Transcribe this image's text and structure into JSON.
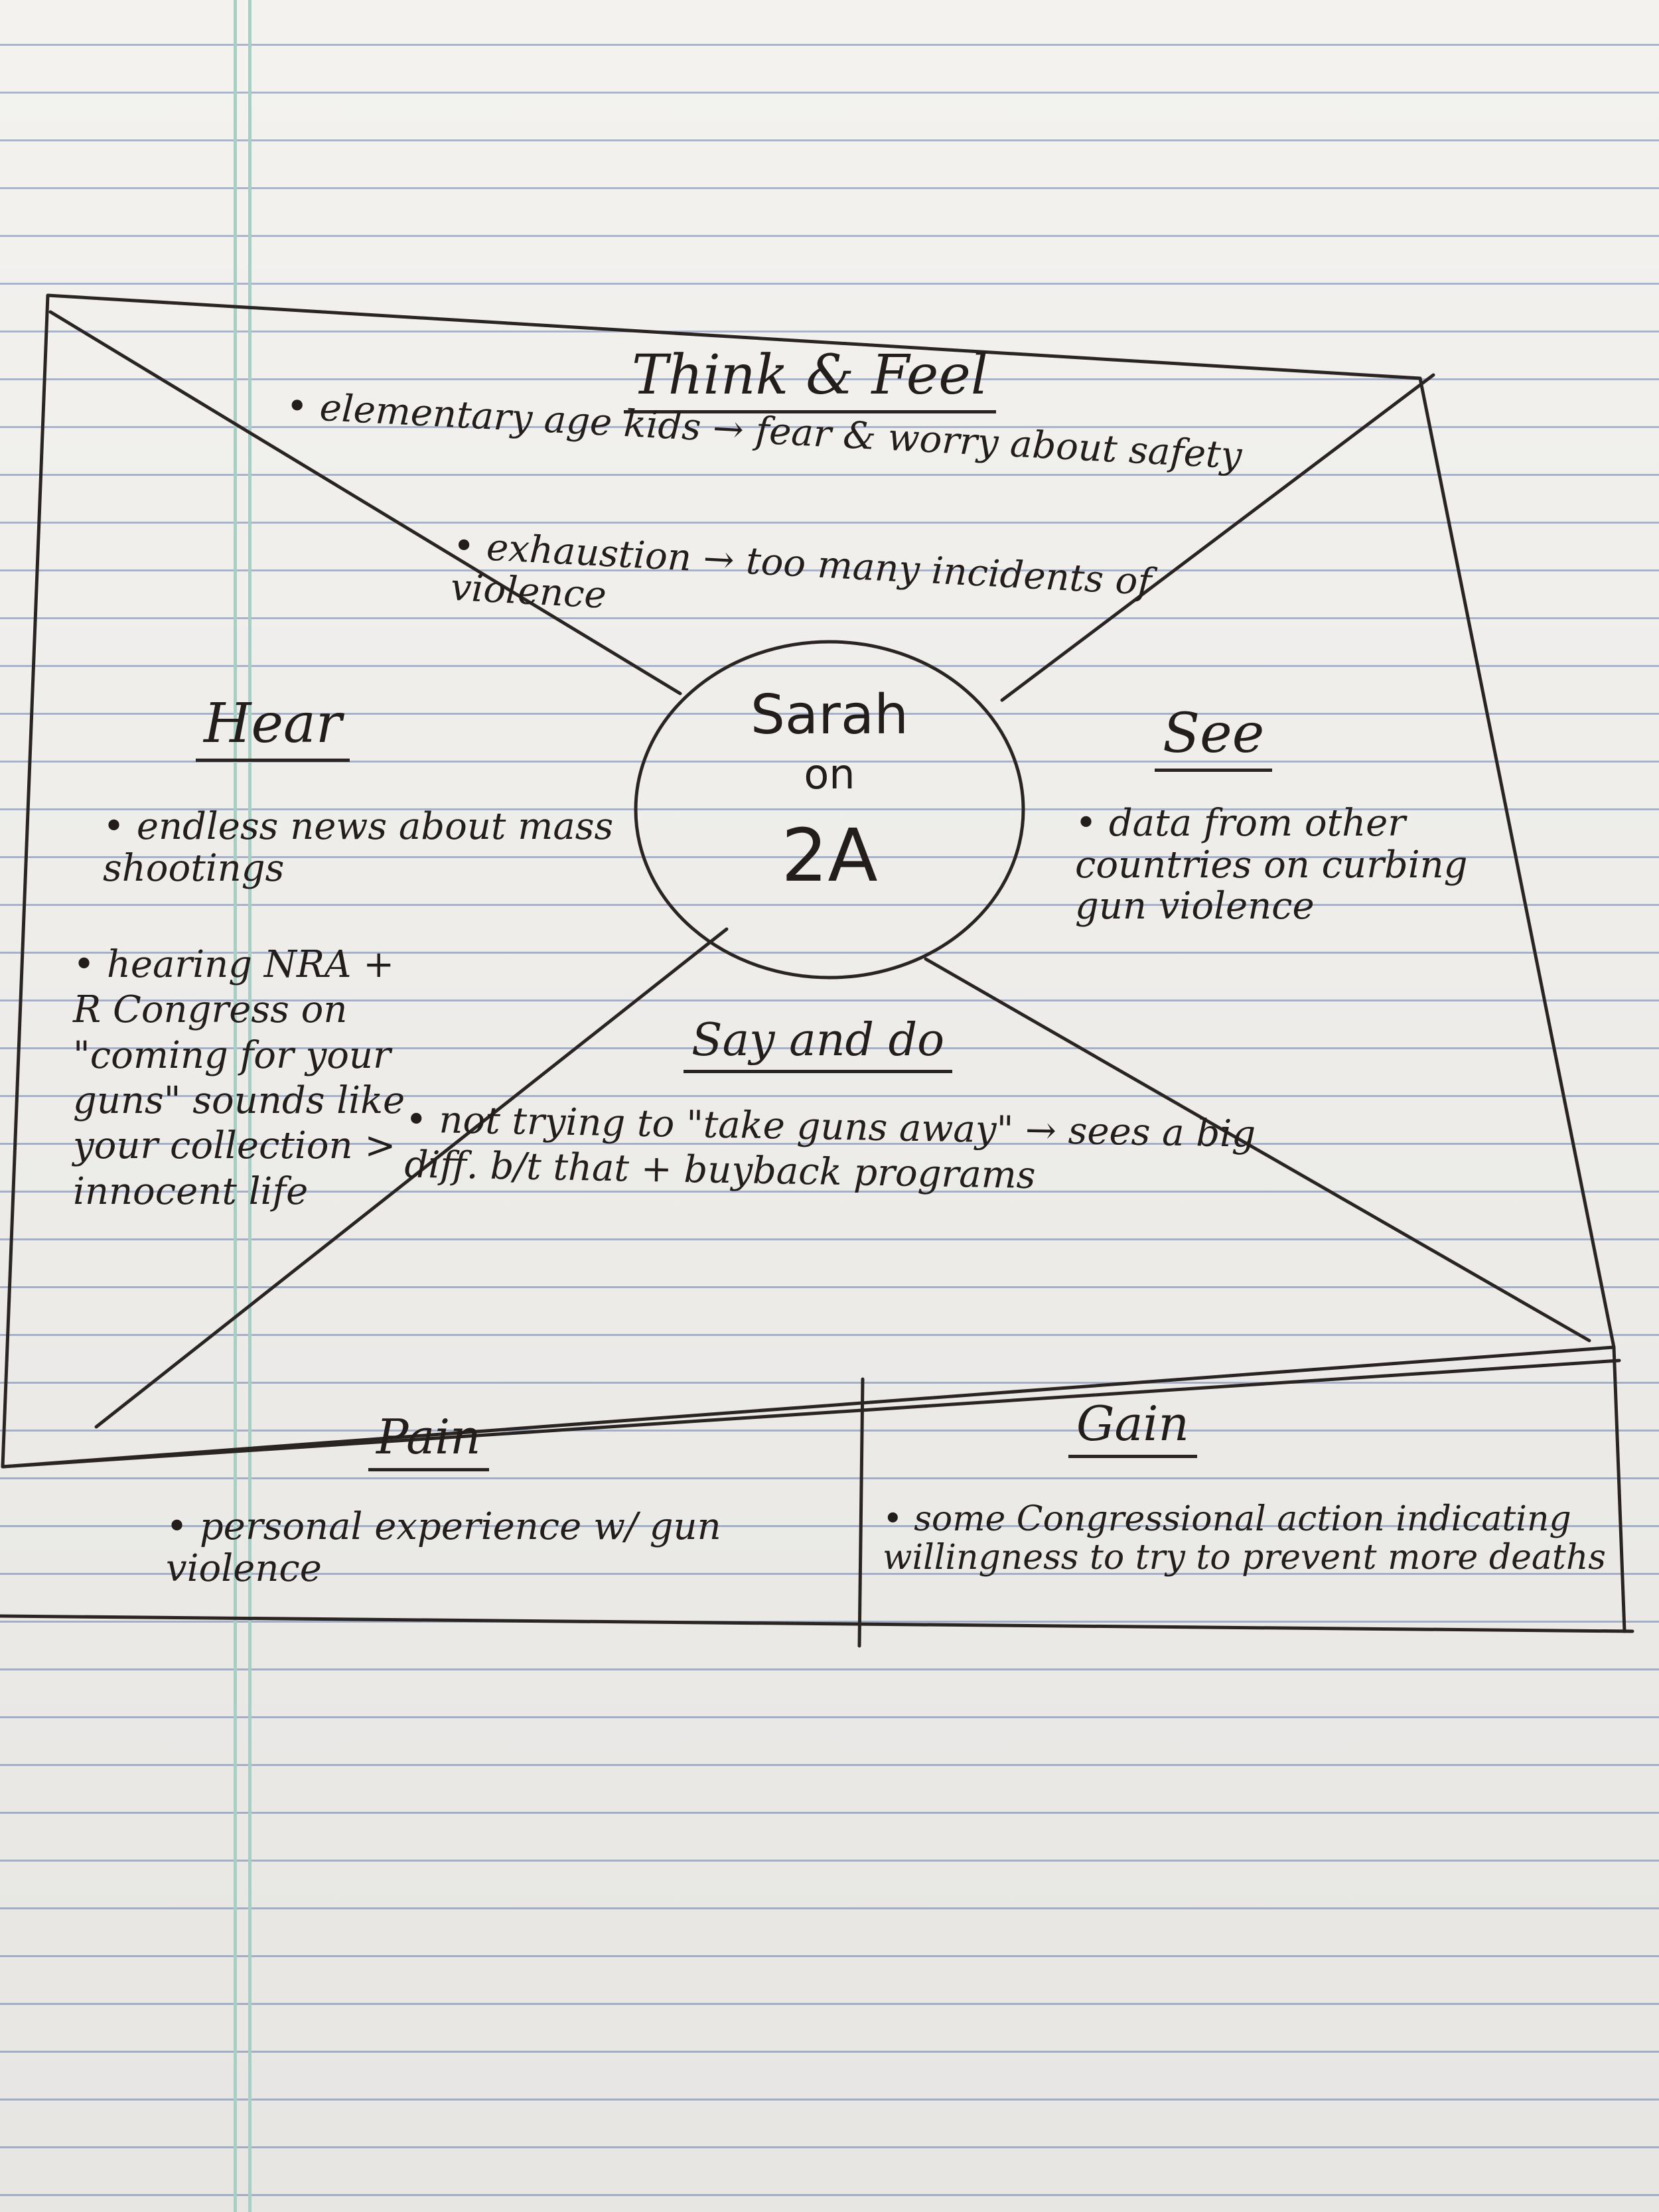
{
  "center": {
    "name": "Sarah",
    "connector": "on",
    "topic": "2A"
  },
  "think_feel": {
    "heading": "Think & Feel",
    "notes": [
      "• elementary age kids → fear & worry about safety",
      "• exhaustion → too many incidents of violence"
    ]
  },
  "hear": {
    "heading": "Hear",
    "notes": [
      "• endless news about mass shootings",
      "• hearing NRA + R Congress on \"coming for your guns\" sounds like your collection > innocent life"
    ]
  },
  "see": {
    "heading": "See",
    "notes": [
      "• data from other countries on curbing gun violence"
    ]
  },
  "say_do": {
    "heading": "Say and do",
    "notes": [
      "• not trying to \"take guns away\" → sees a big diff. b/t that + buyback programs"
    ]
  },
  "pain": {
    "heading": "Pain",
    "notes": [
      "• personal experience w/ gun violence"
    ]
  },
  "gain": {
    "heading": "Gain",
    "notes": [
      "• some Congressional action indicating willingness to try to prevent more deaths"
    ]
  },
  "colors": {
    "ink": "#2a2522",
    "paper": "#f3f2ef",
    "rule_line": "#a9b5cf",
    "margin_line": "#a8cfc4"
  }
}
